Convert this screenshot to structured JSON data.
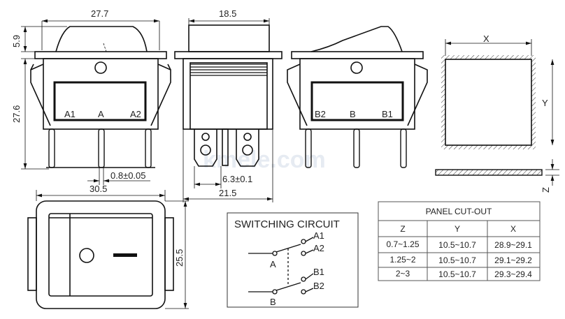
{
  "watermark": "kmele.com",
  "front_view_a": {
    "width_dim": "27.7",
    "rocker_height_dim": "5.9",
    "body_height_dim": "27.6",
    "pin_width_dim": "0.8±0.05",
    "terminals": [
      "A1",
      "A",
      "A2"
    ]
  },
  "side_view": {
    "width_dim": "18.5",
    "tab_width_dim": "6.3±0.1",
    "overall_dim": "21.5"
  },
  "front_view_b": {
    "terminals": [
      "B2",
      "B",
      "B1"
    ]
  },
  "bottom_view": {
    "width_dim": "30.5",
    "height_dim": "25.5"
  },
  "panel_cutout_drawing": {
    "x_label": "X",
    "y_label": "Y",
    "z_label": "Z"
  },
  "switching_circuit": {
    "title": "SWITCHING CIRCUIT",
    "labels": [
      "A1",
      "A2",
      "A",
      "B1",
      "B2",
      "B"
    ]
  },
  "panel_cutout_table": {
    "title": "PANEL CUT-OUT",
    "headers": [
      "Z",
      "Y",
      "X"
    ],
    "rows": [
      [
        "0.7~1.25",
        "10.5~10.7",
        "28.9~29.1"
      ],
      [
        "1.25~2",
        "10.5~10.7",
        "29.1~29.2"
      ],
      [
        "2~3",
        "10.5~10.7",
        "29.3~29.4"
      ]
    ]
  }
}
